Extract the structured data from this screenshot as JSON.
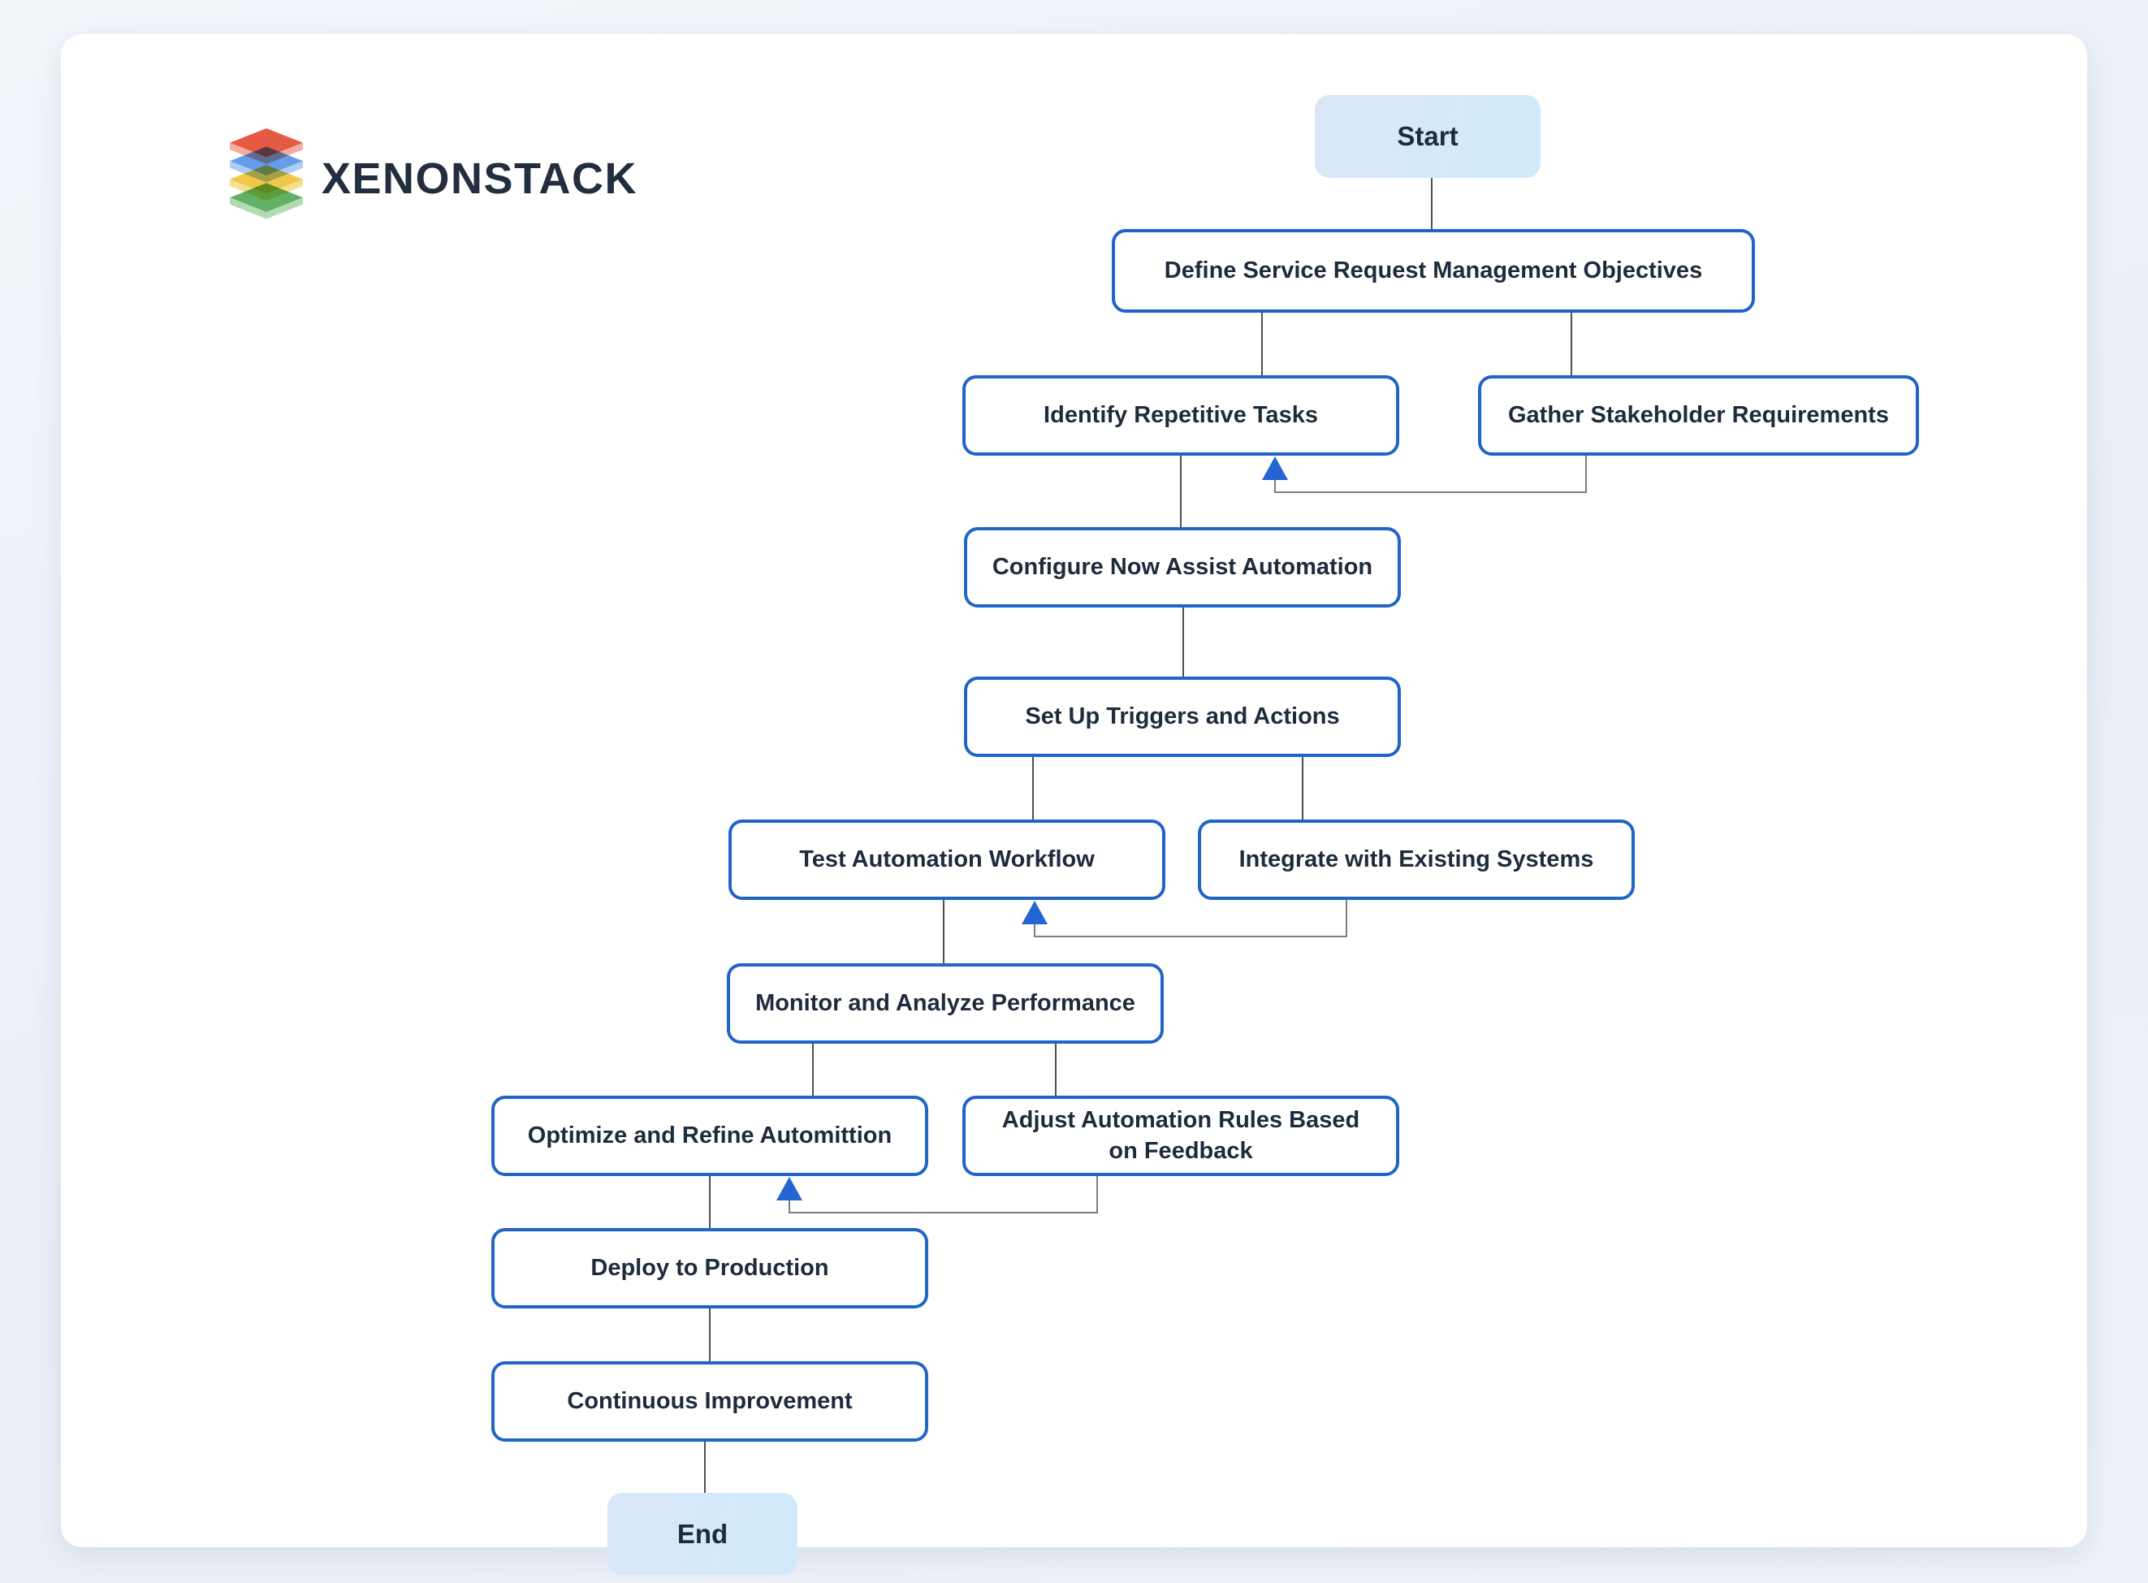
{
  "brand": {
    "name": "XENONSTACK",
    "logo_layer_colors": [
      "#e2432b",
      "#4a8ce8",
      "#eebd27",
      "#45a34b"
    ]
  },
  "colors": {
    "process_border": "#2164c7",
    "arrow_blue": "#2565d3",
    "node_text": "#1e2b3c",
    "plain_line": "#4f4f4f",
    "feedback_line": "#7d7d7d",
    "terminal_fill_from": "#dbe7f8",
    "terminal_fill_to": "#cfeafa",
    "card_background": "#ffffff",
    "page_background": "#edf1f8"
  },
  "flowchart": {
    "nodes": [
      {
        "id": "start",
        "label": "Start",
        "type": "terminal"
      },
      {
        "id": "define",
        "label": "Define Service Request Management Objectives",
        "type": "process"
      },
      {
        "id": "identify",
        "label": "Identify Repetitive Tasks",
        "type": "process"
      },
      {
        "id": "gather",
        "label": "Gather Stakeholder Requirements",
        "type": "process"
      },
      {
        "id": "configure",
        "label": "Configure Now Assist Automation",
        "type": "process"
      },
      {
        "id": "setup",
        "label": "Set Up Triggers and Actions",
        "type": "process"
      },
      {
        "id": "test",
        "label": "Test Automation Workflow",
        "type": "process"
      },
      {
        "id": "integrate",
        "label": "Integrate with Existing Systems",
        "type": "process"
      },
      {
        "id": "monitor",
        "label": "Monitor and Analyze Performance",
        "type": "process"
      },
      {
        "id": "optimize",
        "label": "Optimize and Refine Automittion",
        "type": "process"
      },
      {
        "id": "adjust",
        "label": "Adjust Automation Rules Based on Feedback",
        "type": "process"
      },
      {
        "id": "deploy",
        "label": "Deploy to Production",
        "type": "process"
      },
      {
        "id": "continuous",
        "label": "Continuous Improvement",
        "type": "process"
      },
      {
        "id": "end",
        "label": "End",
        "type": "terminal"
      }
    ],
    "edges": [
      {
        "from": "start",
        "to": "define",
        "type": "plain"
      },
      {
        "from": "define",
        "to": "identify",
        "type": "plain"
      },
      {
        "from": "define",
        "to": "gather",
        "type": "plain"
      },
      {
        "from": "identify",
        "to": "configure",
        "type": "plain"
      },
      {
        "from": "gather",
        "to": "identify",
        "type": "feedback"
      },
      {
        "from": "configure",
        "to": "setup",
        "type": "plain"
      },
      {
        "from": "setup",
        "to": "test",
        "type": "plain"
      },
      {
        "from": "setup",
        "to": "integrate",
        "type": "plain"
      },
      {
        "from": "test",
        "to": "monitor",
        "type": "plain"
      },
      {
        "from": "integrate",
        "to": "test",
        "type": "feedback"
      },
      {
        "from": "monitor",
        "to": "optimize",
        "type": "plain"
      },
      {
        "from": "monitor",
        "to": "adjust",
        "type": "plain"
      },
      {
        "from": "adjust",
        "to": "optimize",
        "type": "feedback"
      },
      {
        "from": "optimize",
        "to": "deploy",
        "type": "plain"
      },
      {
        "from": "deploy",
        "to": "continuous",
        "type": "plain"
      },
      {
        "from": "continuous",
        "to": "end",
        "type": "plain"
      }
    ]
  }
}
